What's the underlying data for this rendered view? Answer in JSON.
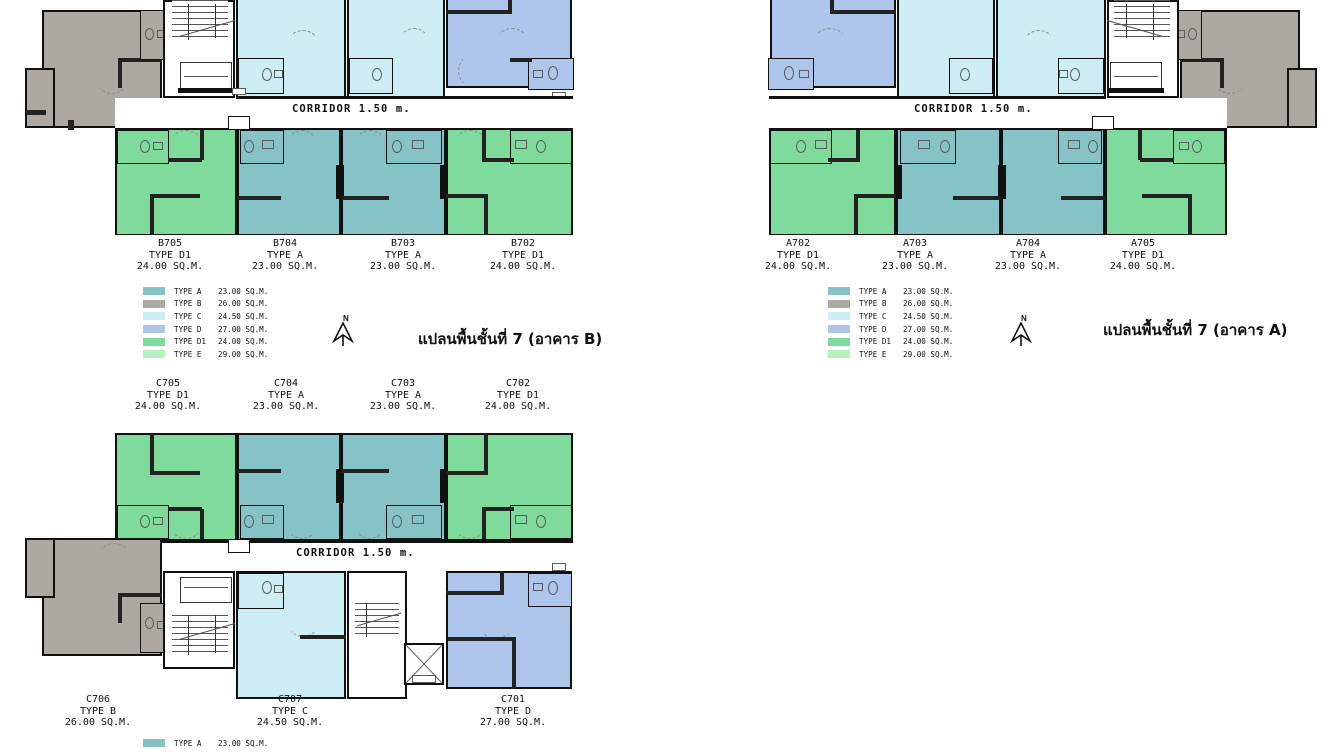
{
  "document": {
    "type": "architectural-floor-plan-sheet",
    "corridor_label": "CORRIDOR  1.50 m.",
    "north_letter": "N"
  },
  "legend": {
    "rows": [
      {
        "type": "TYPE A",
        "area": "23.00 SQ.M.",
        "color": "#86c3c6"
      },
      {
        "type": "TYPE B",
        "area": "26.00 SQ.M.",
        "color": "#aea8a2"
      },
      {
        "type": "TYPE C",
        "area": "24.50 SQ.M.",
        "color": "#cdeef5"
      },
      {
        "type": "TYPE D",
        "area": "27.00 SQ.M.",
        "color": "#afc6ec"
      },
      {
        "type": "TYPE D1",
        "area": "24.00 SQ.M.",
        "color": "#7fdb9b"
      },
      {
        "type": "TYPE E",
        "area": "29.00 SQ.M.",
        "color": "#b6f2bd"
      }
    ]
  },
  "plans": {
    "building_b": {
      "title": "แปลนพื้นชั้นที่ 7 (อาคาร B)",
      "corridor_label": "CORRIDOR  1.50 m.",
      "units": [
        {
          "code": "B705",
          "type": "TYPE D1",
          "area": "24.00 SQ.M."
        },
        {
          "code": "B704",
          "type": "TYPE A",
          "area": "23.00 SQ.M."
        },
        {
          "code": "B703",
          "type": "TYPE A",
          "area": "23.00 SQ.M."
        },
        {
          "code": "B702",
          "type": "TYPE D1",
          "area": "24.00 SQ.M."
        }
      ]
    },
    "building_a": {
      "title": "แปลนพื้นชั้นที่ 7 (อาคาร A)",
      "corridor_label": "CORRIDOR  1.50 m.",
      "units": [
        {
          "code": "A702",
          "type": "TYPE D1",
          "area": "24.00 SQ.M."
        },
        {
          "code": "A703",
          "type": "TYPE A",
          "area": "23.00 SQ.M."
        },
        {
          "code": "A704",
          "type": "TYPE A",
          "area": "23.00 SQ.M."
        },
        {
          "code": "A705",
          "type": "TYPE D1",
          "area": "24.00 SQ.M."
        }
      ]
    },
    "building_c": {
      "corridor_label": "CORRIDOR  1.50 m.",
      "units_top": [
        {
          "code": "C705",
          "type": "TYPE D1",
          "area": "24.00 SQ.M."
        },
        {
          "code": "C704",
          "type": "TYPE A",
          "area": "23.00 SQ.M."
        },
        {
          "code": "C703",
          "type": "TYPE A",
          "area": "23.00 SQ.M."
        },
        {
          "code": "C702",
          "type": "TYPE D1",
          "area": "24.00 SQ.M."
        }
      ],
      "units_bottom": [
        {
          "code": "C706",
          "type": "TYPE B",
          "area": "26.00 SQ.M."
        },
        {
          "code": "C707",
          "type": "TYPE C",
          "area": "24.50 SQ.M."
        },
        {
          "code": "C701",
          "type": "TYPE D",
          "area": "27.00 SQ.M."
        }
      ]
    }
  },
  "legend_partial_bottom": {
    "rows": [
      {
        "type": "TYPE A",
        "area": "23.00 SQ.M.",
        "color": "#86c3c6"
      }
    ]
  }
}
